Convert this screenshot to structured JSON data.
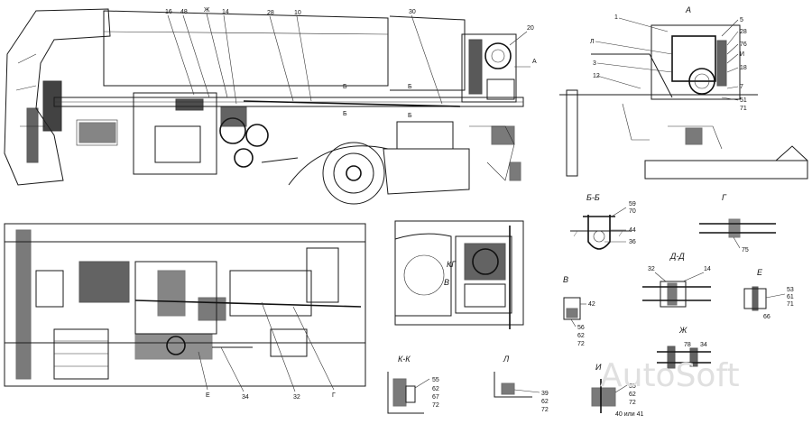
{
  "callouts_side": [
    "16",
    "48",
    "Ж",
    "14",
    "28",
    "10",
    "30",
    "20",
    "А",
    "Б",
    "Б",
    "Б",
    "Б"
  ],
  "callouts_plan": [
    "Е",
    "34",
    "32",
    "Г",
    "КГ",
    "В"
  ],
  "view_a": {
    "title": "А",
    "labels": [
      "1",
      "Л",
      "3",
      "12",
      "5",
      "28",
      "76",
      "И",
      "18",
      "7",
      "51",
      "71"
    ]
  },
  "detail_bb": {
    "title": "Б-Б",
    "labels": [
      "59",
      "70",
      "44",
      "36"
    ]
  },
  "detail_g": {
    "title": "Г",
    "labels": [
      "75"
    ]
  },
  "detail_v": {
    "title": "В",
    "labels": [
      "42",
      "56",
      "62",
      "72"
    ]
  },
  "detail_dd": {
    "title": "Д-Д",
    "labels": [
      "32",
      "14"
    ]
  },
  "detail_e": {
    "title": "Е",
    "labels": [
      "53",
      "61",
      "71",
      "66"
    ]
  },
  "detail_zh": {
    "title": "Ж",
    "labels": [
      "78",
      "34"
    ]
  },
  "detail_kk": {
    "title": "К-К",
    "labels": [
      "55",
      "62",
      "67",
      "72"
    ]
  },
  "detail_l": {
    "title": "Л",
    "labels": [
      "39",
      "62",
      "72"
    ]
  },
  "detail_i": {
    "title": "И",
    "labels": [
      "55",
      "62",
      "72",
      "40 или 41"
    ]
  },
  "watermark": "AutoSoft"
}
